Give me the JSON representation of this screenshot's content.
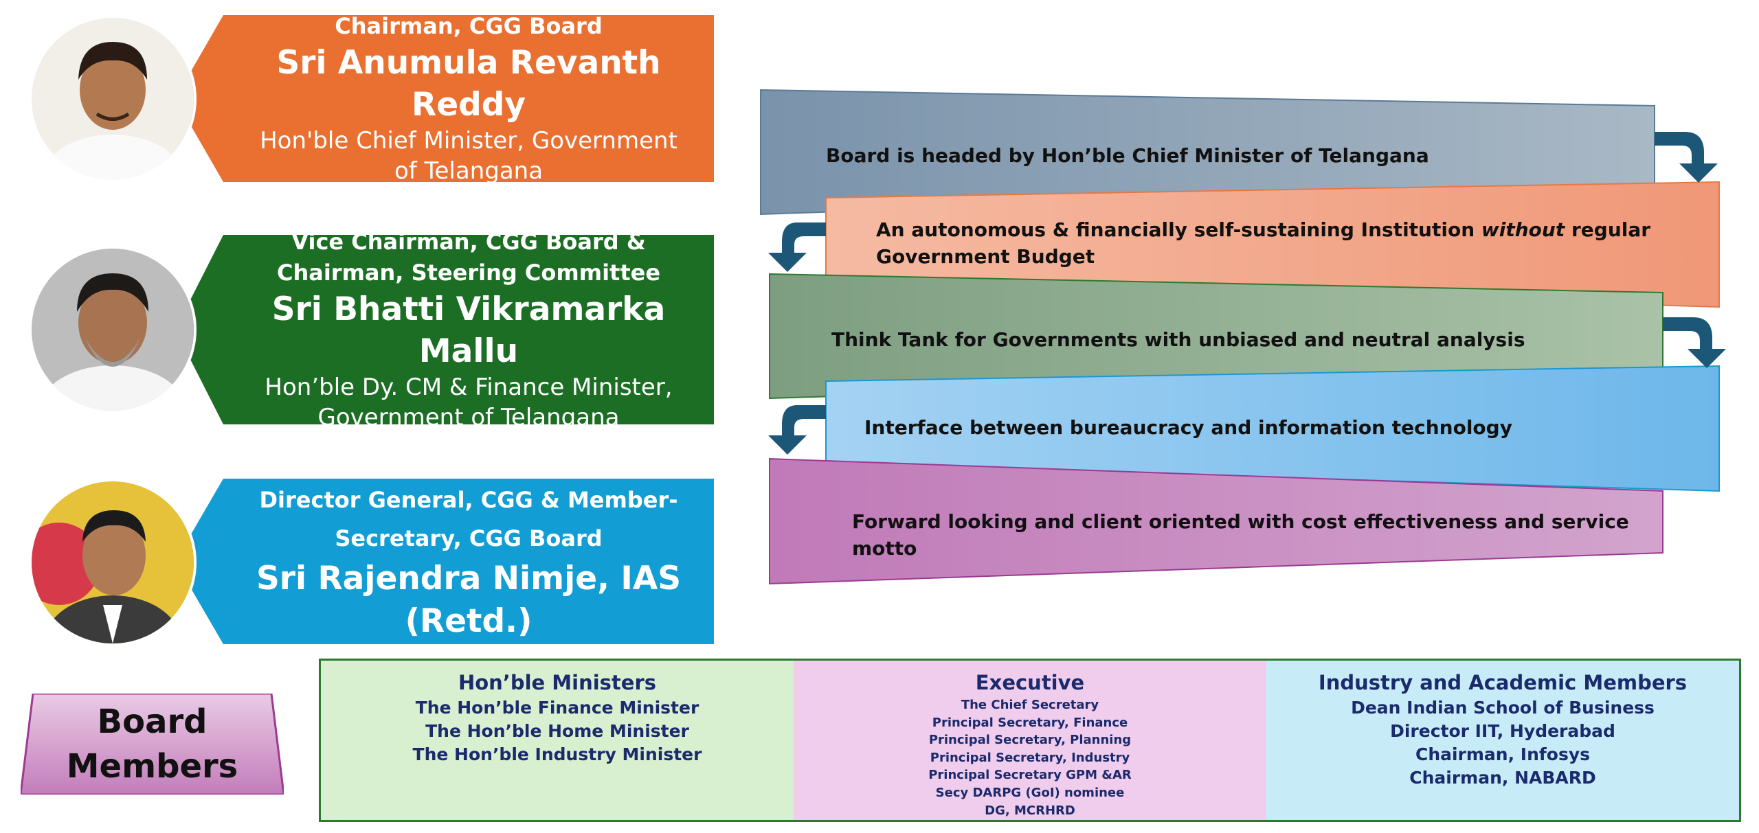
{
  "colors": {
    "orange": "#ea7031",
    "green": "#1d6e25",
    "blue": "#129ed4",
    "arrow": "#1d5777"
  },
  "leaders": [
    {
      "role": "Chairman, CGG Board",
      "name": "Sri Anumula Revanth Reddy",
      "desc": "Hon'ble Chief Minister,  Government of Telangana",
      "photo_icon": "portrait-icon"
    },
    {
      "role": "Vice Chairman, CGG Board & Chairman, Steering Committee",
      "name": "Sri Bhatti Vikramarka Mallu",
      "desc": "Hon’ble Dy. CM & Finance Minister, Government of Telangana",
      "photo_icon": "portrait-icon"
    },
    {
      "role": "Director General, CGG & Member-Secretary, CGG Board",
      "name": "Sri Rajendra Nimje, IAS (Retd.)",
      "desc": "",
      "photo_icon": "portrait-icon"
    }
  ],
  "features": [
    {
      "text": "Board is headed by Hon’ble Chief Minister of Telangana"
    },
    {
      "text_before": "An autonomous & financially self-sustaining Institution ",
      "text_em": "without",
      "text_after": " regular Government Budget"
    },
    {
      "text": "Think Tank for Governments with unbiased and neutral analysis"
    },
    {
      "text": "Interface between bureaucracy and information technology"
    },
    {
      "text": "Forward looking and client oriented with cost effectiveness  and service motto"
    }
  ],
  "board_members": {
    "label": "Board Members",
    "columns": [
      {
        "heading": "Hon’ble Ministers",
        "items": [
          "The Hon’ble Finance Minister",
          "The Hon’ble Home Minister",
          "The Hon’ble Industry Minister"
        ],
        "bg": "#d9f0d0"
      },
      {
        "heading": "Executive",
        "items": [
          "The Chief Secretary",
          "Principal Secretary, Finance",
          "Principal Secretary, Planning",
          "Principal Secretary, Industry",
          "Principal Secretary GPM &AR",
          "Secy DARPG (GoI) nominee",
          "DG, MCRHRD"
        ],
        "bg": "#f0cdec"
      },
      {
        "heading": "Industry and Academic Members",
        "items": [
          "Dean Indian School of Business",
          "Director IIT, Hyderabad",
          "Chairman, Infosys",
          "Chairman, NABARD"
        ],
        "bg": "#c8ecf7"
      }
    ]
  }
}
